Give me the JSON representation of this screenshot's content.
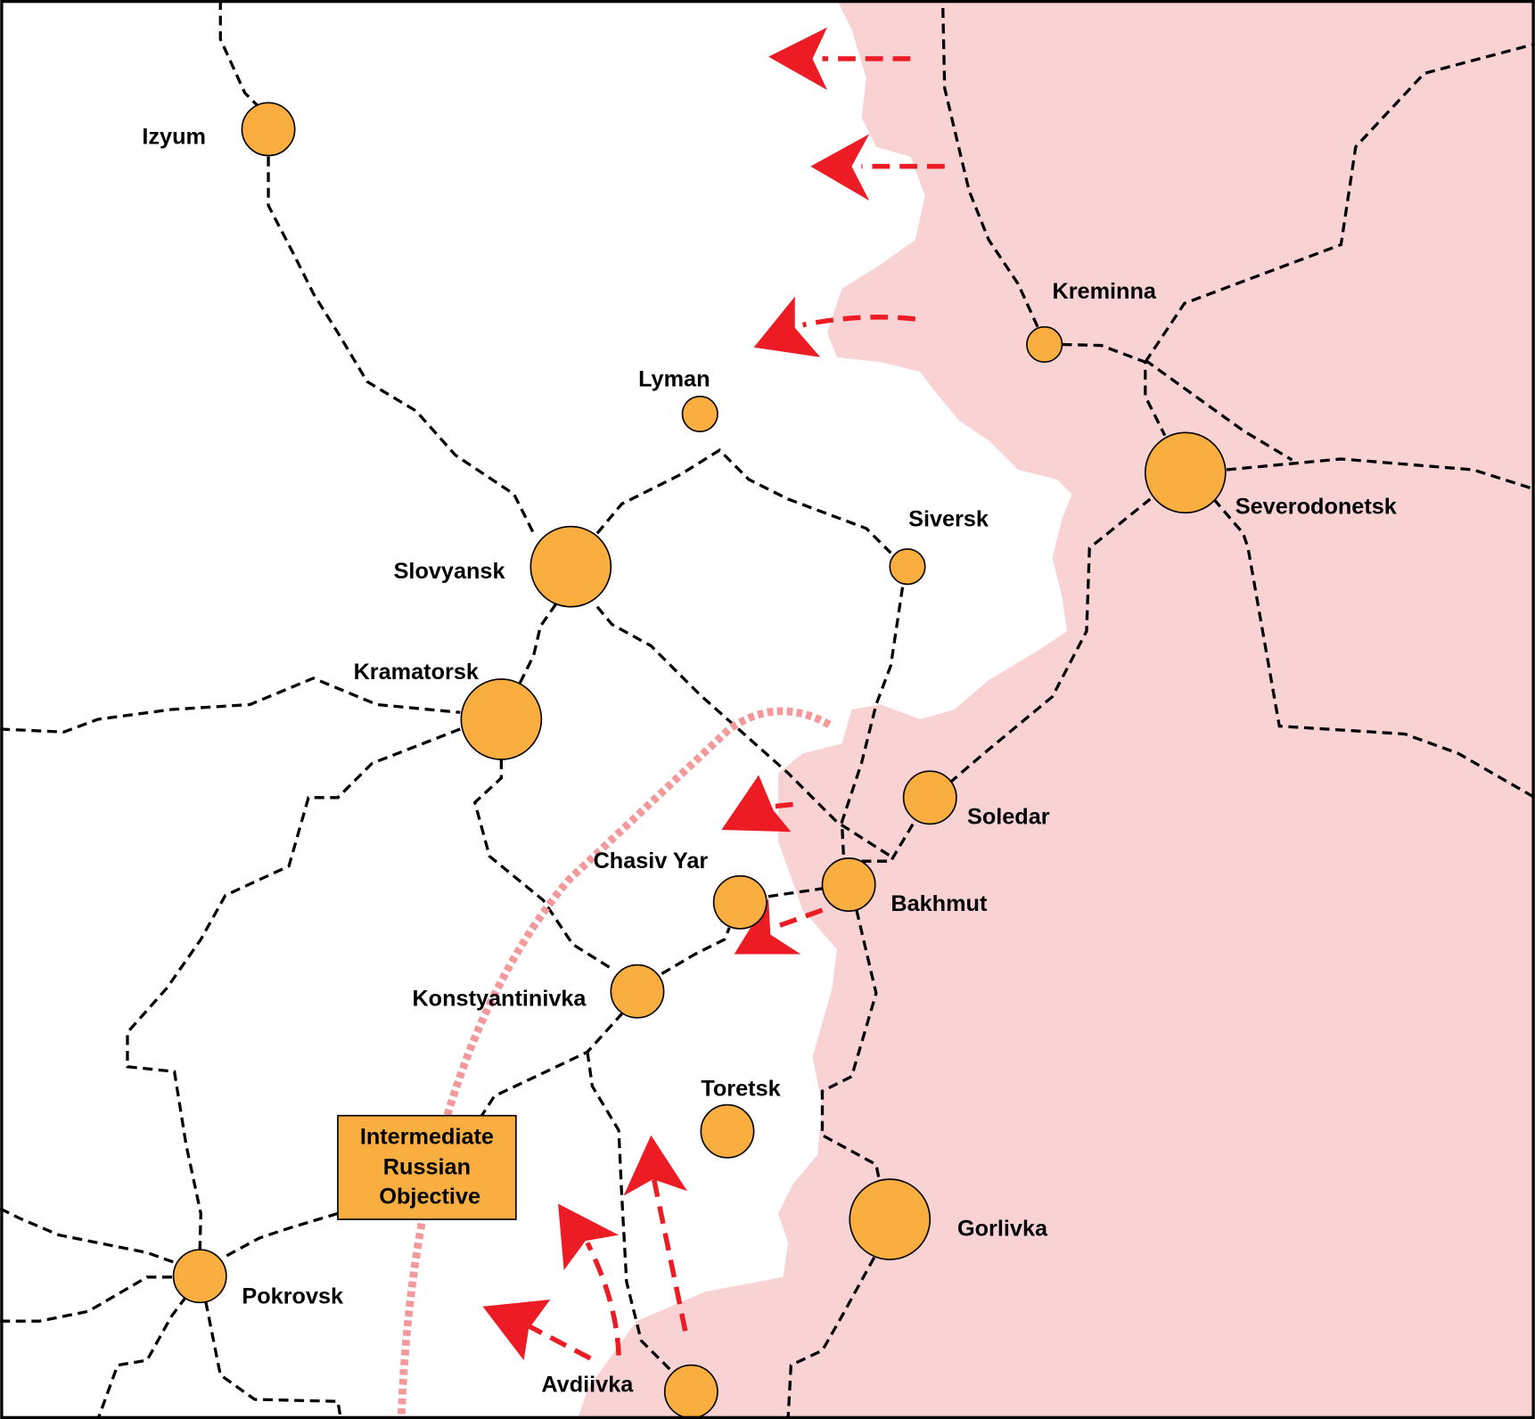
{
  "colors": {
    "occupied": "#f9d2d4",
    "city": "#f9ae3f",
    "advance": "#ed1c24",
    "objective_line": "#f4999b"
  },
  "cities": [
    {
      "name": "Izyum"
    },
    {
      "name": "Kreminna"
    },
    {
      "name": "Lyman"
    },
    {
      "name": "Siversk"
    },
    {
      "name": "Slovyansk"
    },
    {
      "name": "Kramatorsk"
    },
    {
      "name": "Severodonetsk"
    },
    {
      "name": "Soledar"
    },
    {
      "name": "Bakhmut"
    },
    {
      "name": "Chasiv Yar"
    },
    {
      "name": "Konstyantinivka"
    },
    {
      "name": "Toretsk"
    },
    {
      "name": "Gorlivka"
    },
    {
      "name": "Pokrovsk"
    },
    {
      "name": "Avdiivka"
    }
  ],
  "objective": {
    "line1": "Intermediate",
    "line2": "Russian",
    "line3": "Objective"
  }
}
